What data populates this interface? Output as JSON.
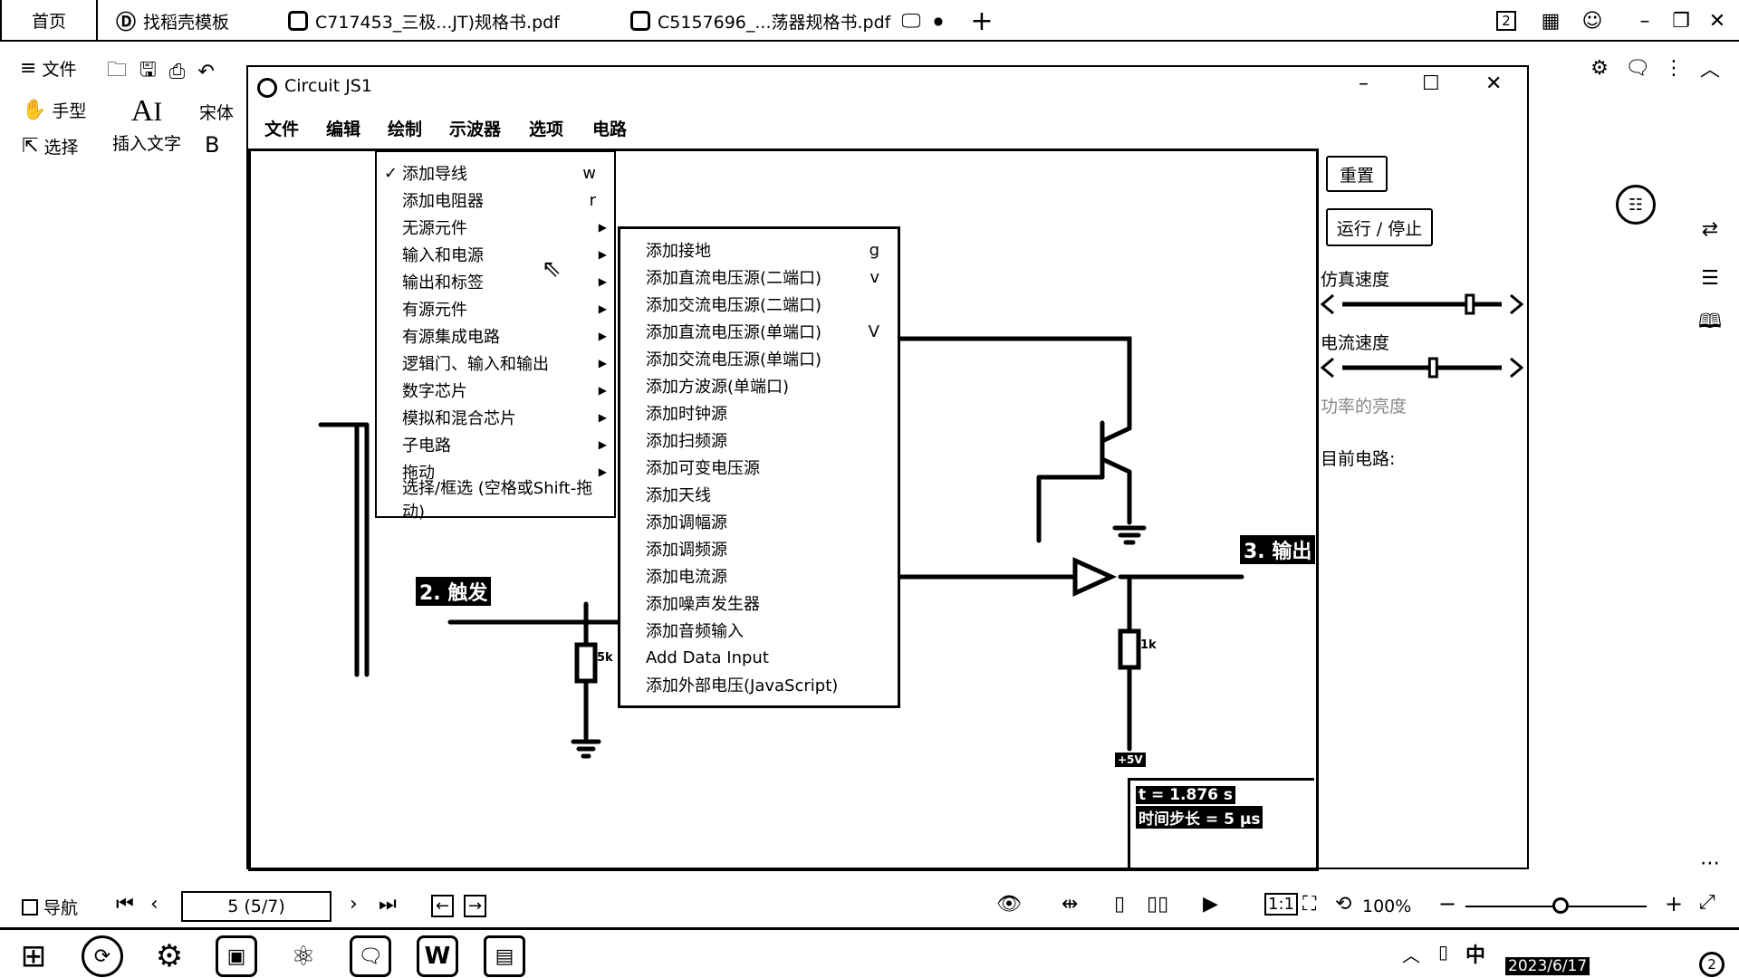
{
  "tabs": [
    {
      "label": "首页"
    },
    {
      "label": "找稻壳模板"
    },
    {
      "label": "C717453_三极...JT)规格书.pdf"
    },
    {
      "label": "C5157696_...荡器规格书.pdf"
    }
  ],
  "tabbar_controls": {
    "page_count_label": "2"
  },
  "pdf_toolbar": {
    "file_label": "文件",
    "hand_label": "手型",
    "select_label": "选择",
    "insert_text_label": "插入文字",
    "font_name": "宋体",
    "bold_label": "B"
  },
  "window": {
    "title": "Circuit JS1",
    "menus": [
      "文件",
      "编辑",
      "绘制",
      "示波器",
      "选项",
      "电路"
    ]
  },
  "draw_menu": {
    "items": [
      {
        "label": "添加导线",
        "shortcut": "w",
        "checked": "✓"
      },
      {
        "label": "添加电阻器",
        "shortcut": "r",
        "checked": ""
      },
      {
        "label": "无源元件",
        "shortcut": "",
        "checked": ""
      },
      {
        "label": "输入和电源",
        "shortcut": "",
        "checked": ""
      },
      {
        "label": "输出和标签",
        "shortcut": "",
        "checked": ""
      },
      {
        "label": "有源元件",
        "shortcut": "",
        "checked": ""
      },
      {
        "label": "有源集成电路",
        "shortcut": "",
        "checked": ""
      },
      {
        "label": "逻辑门、输入和输出",
        "shortcut": "",
        "checked": ""
      },
      {
        "label": "数字芯片",
        "shortcut": "",
        "checked": ""
      },
      {
        "label": "模拟和混合芯片",
        "shortcut": "",
        "checked": ""
      },
      {
        "label": "子电路",
        "shortcut": "",
        "checked": ""
      },
      {
        "label": "拖动",
        "shortcut": "",
        "checked": ""
      },
      {
        "label": "选择/框选 (空格或Shift-拖动)",
        "shortcut": "",
        "checked": ""
      }
    ]
  },
  "sources_submenu": {
    "items": [
      {
        "label": "添加接地",
        "shortcut": "g"
      },
      {
        "label": "添加直流电压源(二端口)",
        "shortcut": "v"
      },
      {
        "label": "添加交流电压源(二端口)",
        "shortcut": ""
      },
      {
        "label": "添加直流电压源(单端口)",
        "shortcut": "V"
      },
      {
        "label": "添加交流电压源(单端口)",
        "shortcut": ""
      },
      {
        "label": "添加方波源(单端口)",
        "shortcut": ""
      },
      {
        "label": "添加时钟源",
        "shortcut": ""
      },
      {
        "label": "添加扫频源",
        "shortcut": ""
      },
      {
        "label": "添加可变电压源",
        "shortcut": ""
      },
      {
        "label": "添加天线",
        "shortcut": ""
      },
      {
        "label": "添加调幅源",
        "shortcut": ""
      },
      {
        "label": "添加调频源",
        "shortcut": ""
      },
      {
        "label": "添加电流源",
        "shortcut": ""
      },
      {
        "label": "添加噪声发生器",
        "shortcut": ""
      },
      {
        "label": "添加音频输入",
        "shortcut": ""
      },
      {
        "label": "Add Data Input",
        "shortcut": ""
      },
      {
        "label": "添加外部电压(JavaScript)",
        "shortcut": ""
      }
    ]
  },
  "circuit": {
    "trigger_label": "2. 触发",
    "output_label": "3. 输出",
    "resistor_5k": "5k",
    "resistor_1k": "1k",
    "supply_label": "+5V"
  },
  "sim_info": {
    "time": "t = 1.876 s",
    "timestep": "时间步长 = 5 µs"
  },
  "side_panel": {
    "reset_label": "重置",
    "run_label": "运行 / 停止",
    "sim_speed_label": "仿真速度",
    "sim_speed_value": 0.8,
    "current_speed_label": "电流速度",
    "current_speed_value": 0.57,
    "power_brightness_label": "功率的亮度",
    "current_circuit_label": "目前电路:"
  },
  "status_bar": {
    "nav_label": "导航",
    "page_value": "5 (5/7)",
    "zoom_label": "100%"
  },
  "taskbar": {
    "ime_label": "中",
    "date": "2023/6/17"
  }
}
